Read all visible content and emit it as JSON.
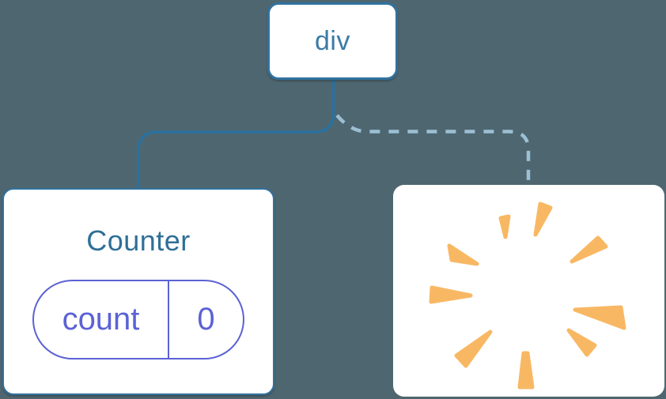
{
  "diagram": {
    "description": "Component tree: div root keeps Counter child (state preserved), second child removed (poof)",
    "root_node": {
      "label": "div"
    },
    "counter_node": {
      "title": "Counter",
      "state": {
        "key": "count",
        "value": "0"
      }
    },
    "removed_node": {
      "icon": "poof-starburst"
    },
    "edges": [
      {
        "from": "div",
        "to": "Counter",
        "style": "solid"
      },
      {
        "from": "div",
        "to": "removed",
        "style": "dashed"
      }
    ]
  },
  "colors": {
    "bg": "#4e6670",
    "card-bg": "#ffffff",
    "card-border": "#31729f",
    "edge-solid": "#2a719f",
    "edge-dashed": "#9cbfd3",
    "text-div": "#3b7ba7",
    "text-counter": "#2f6f97",
    "purple": "#5b62d4",
    "poof": "#f8b863"
  }
}
